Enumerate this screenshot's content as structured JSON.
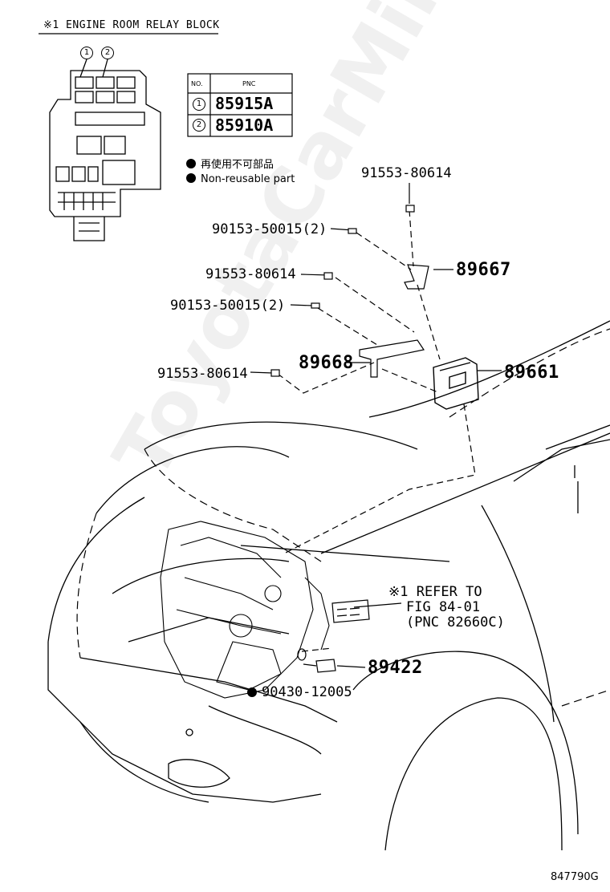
{
  "header": {
    "title": "※1 ENGINE ROOM RELAY BLOCK"
  },
  "relay_block": {
    "callouts": [
      "1",
      "2"
    ]
  },
  "pnc_table": {
    "col_no": "NO.",
    "col_pnc": "PNC",
    "rows": [
      {
        "no": "1",
        "pnc": "85915A"
      },
      {
        "no": "2",
        "pnc": "85910A"
      }
    ]
  },
  "legend": {
    "line_jp": "再使用不可部品",
    "line_en": "Non-reusable part"
  },
  "parts": {
    "p91553_top": "91553-80614",
    "p90153_a": "90153-50015(2)",
    "p89667": "89667",
    "p91553_mid": "91553-80614",
    "p90153_b": "90153-50015(2)",
    "p89668": "89668",
    "p89661": "89661",
    "p91553_low": "91553-80614",
    "p89422": "89422",
    "p90430": "90430-12005"
  },
  "refer": {
    "line1": "※1 REFER TO",
    "line2": "FIG 84-01",
    "line3": "(PNC 82660C)"
  },
  "illustration_code": "847790G",
  "watermark": "ToyotaCarMine.ru"
}
